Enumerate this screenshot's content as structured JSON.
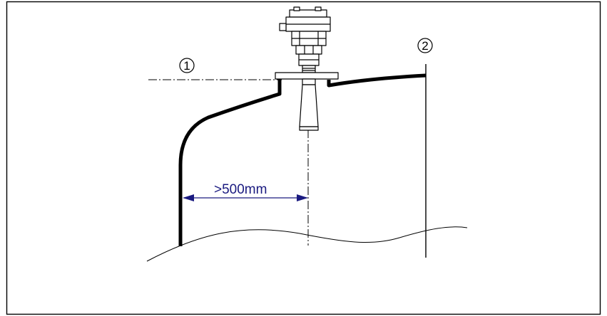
{
  "callouts": [
    {
      "id": "1",
      "label": "1"
    },
    {
      "id": "2",
      "label": "2"
    }
  ],
  "dimension": {
    "label": ">500mm"
  },
  "colors": {
    "line": "#000000",
    "dimension": "#1a1a80",
    "background": "#ffffff"
  },
  "icons": {
    "sensor": "radar-level-sensor-icon"
  }
}
